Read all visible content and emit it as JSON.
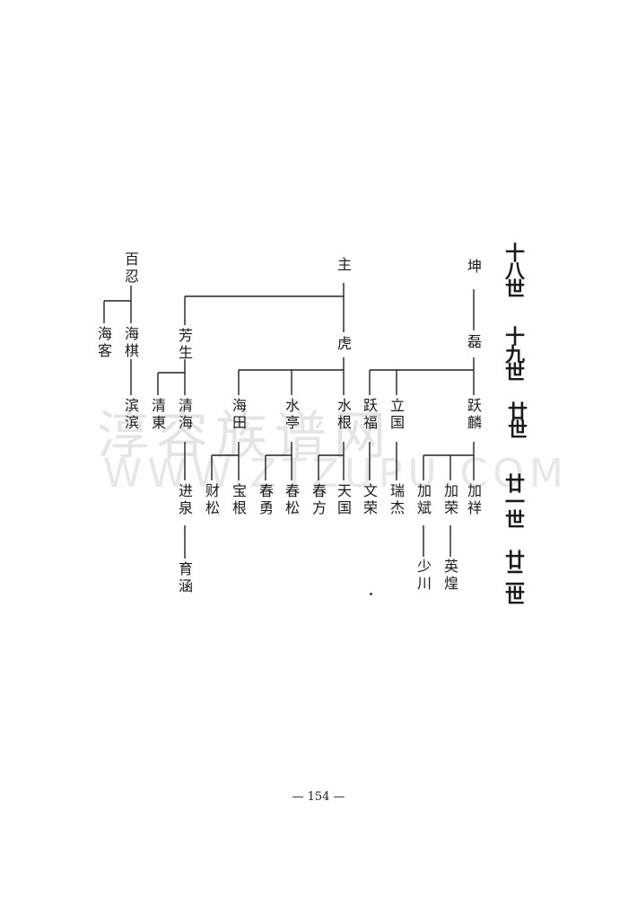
{
  "watermark": {
    "chinese": "淳容族谱网",
    "latin": "WWW.ZTZUPU.COM"
  },
  "generations": [
    "十八世",
    "十九世",
    "廿世",
    "廿一世",
    "廿二世"
  ],
  "names": {
    "kun": "坤",
    "lei": "磊",
    "yuelin": "跃麟",
    "jiaxiang": "加祥",
    "jiarong": "加荣",
    "yinghuang": "英煌",
    "jiabin": "加斌",
    "shaochuan": "少川",
    "liguo": "立国",
    "ruijie": "瑞杰",
    "yuefu": "跃福",
    "wenrong": "文荣",
    "zhu": "主",
    "hu": "虎",
    "shuigen": "水根",
    "tianguo": "天国",
    "chunfang": "春方",
    "shuiting": "水亭",
    "chunsong": "春松",
    "chunyong": "春勇",
    "haitian": "海田",
    "baogen": "宝根",
    "caisong": "财松",
    "fangsheng": "芳生",
    "qinghai": "清海",
    "jinquan": "进泉",
    "yuhan": "育涵",
    "qingdong": "清東",
    "baiyin": "百忍",
    "haiqi": "海棋",
    "binbin": "滨滨",
    "haike": "海客"
  },
  "page_number": "— 154 —"
}
